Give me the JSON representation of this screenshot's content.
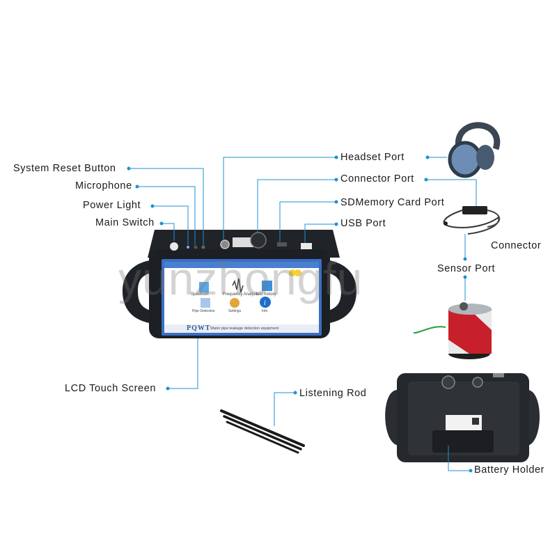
{
  "labels": {
    "system_reset": "System Reset Button",
    "microphone": "Microphone",
    "power_light": "Power Light",
    "main_switch": "Main Switch",
    "headset_port": "Headset Port",
    "connector_port": "Connector Port",
    "sd_card_port": "SDMemory Card Port",
    "usb_port": "USB Port",
    "connector": "Connector",
    "sensor_port": "Sensor Port",
    "lcd_screen": "LCD Touch Screen",
    "listening_rod": "Listening Rod",
    "battery_holder": "Battery Holder"
  },
  "device": {
    "brand": "PQWT",
    "subtitle": "Water pipe leakage detection equipment",
    "menu": [
      "Spectrum",
      "Frequency Analysis",
      "List history",
      "Pipe Detection",
      "Settings",
      "Info"
    ]
  },
  "watermark": "yunzhongfu",
  "colors": {
    "leader": "#1e90d6",
    "device_body": "#1c1f24",
    "screen_frame": "#3a6fc4",
    "sensor_red": "#c8202a"
  }
}
